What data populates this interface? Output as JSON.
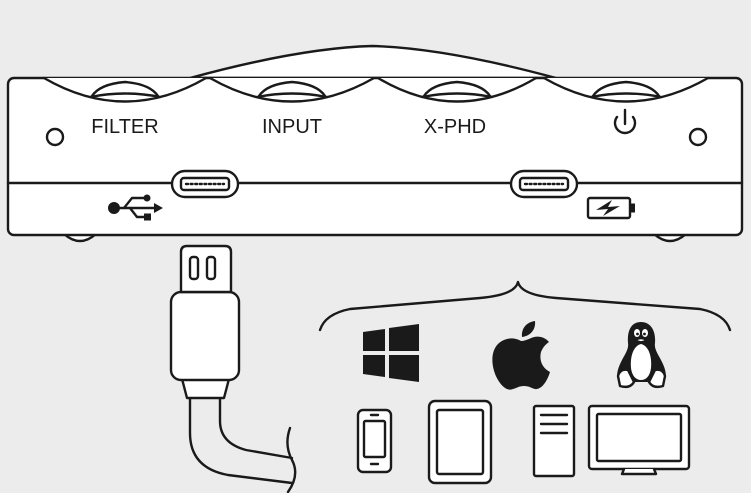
{
  "device": {
    "knobs": [
      {
        "label": "FILTER"
      },
      {
        "label": "INPUT"
      },
      {
        "label": "X-PHD"
      },
      {
        "label": ""
      }
    ]
  },
  "icons": {
    "power": "power-icon",
    "usb": "usb-icon",
    "battery": "battery-charging-icon",
    "windows": "windows-logo-icon",
    "apple": "apple-logo-icon",
    "linux": "linux-tux-icon",
    "phone": "smartphone-icon",
    "tablet": "tablet-icon",
    "tower": "desktop-tower-icon",
    "monitor": "monitor-icon",
    "cable": "micro-usb-cable-icon"
  },
  "colors": {
    "background": "#ececec",
    "line": "#1a1a1a",
    "fill": "#ffffff"
  }
}
